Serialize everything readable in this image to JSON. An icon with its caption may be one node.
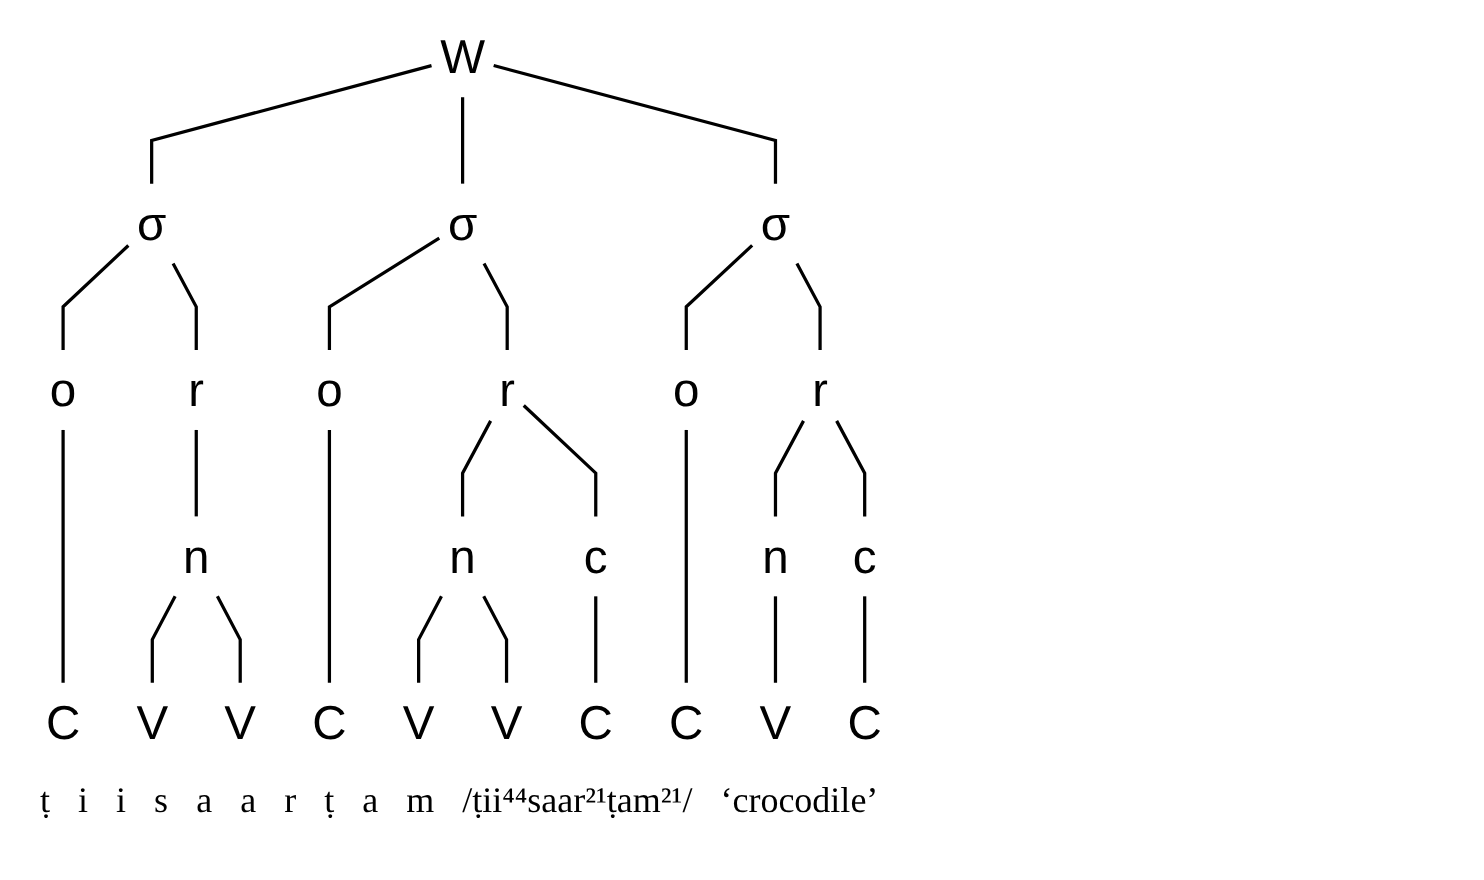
{
  "diagram": {
    "nodes": [
      {
        "text": [
          "W"
        ]
      },
      {
        "text": [
          "σ"
        ]
      },
      {
        "text": [
          "σ"
        ]
      },
      {
        "text": [
          "σ"
        ]
      },
      {
        "text": [
          "o"
        ]
      },
      {
        "text": [
          "r"
        ]
      },
      {
        "text": [
          "o"
        ]
      },
      {
        "text": [
          "r"
        ]
      },
      {
        "text": [
          "o"
        ]
      },
      {
        "text": [
          "r"
        ]
      },
      {
        "text": [
          "n"
        ]
      },
      {
        "text": [
          "n"
        ]
      },
      {
        "text": [
          "c"
        ]
      },
      {
        "text": [
          "n"
        ]
      },
      {
        "text": [
          "c"
        ]
      },
      {
        "text": [
          "C"
        ]
      },
      {
        "text": [
          "V"
        ]
      },
      {
        "text": [
          "V"
        ]
      },
      {
        "text": [
          "C"
        ]
      },
      {
        "text": [
          "V"
        ]
      },
      {
        "text": [
          "V"
        ]
      },
      {
        "text": [
          "C"
        ]
      },
      {
        "text": [
          "C"
        ]
      },
      {
        "text": [
          "V"
        ]
      },
      {
        "text": [
          "C"
        ]
      }
    ],
    "edges": [
      {
        "from": 0,
        "to": 1,
        "arrow": "none"
      },
      {
        "from": 0,
        "to": 2,
        "arrow": "none"
      },
      {
        "from": 0,
        "to": 3,
        "arrow": "none"
      },
      {
        "from": 1,
        "to": 4,
        "arrow": "none"
      },
      {
        "from": 1,
        "to": 5,
        "arrow": "none"
      },
      {
        "from": 2,
        "to": 6,
        "arrow": "none"
      },
      {
        "from": 2,
        "to": 7,
        "arrow": "none"
      },
      {
        "from": 3,
        "to": 8,
        "arrow": "none"
      },
      {
        "from": 3,
        "to": 9,
        "arrow": "none"
      },
      {
        "from": 4,
        "to": 15,
        "arrow": "none"
      },
      {
        "from": 5,
        "to": 10,
        "arrow": "none"
      },
      {
        "from": 10,
        "to": 16,
        "arrow": "none"
      },
      {
        "from": 10,
        "to": 17,
        "arrow": "none"
      },
      {
        "from": 6,
        "to": 18,
        "arrow": "none"
      },
      {
        "from": 7,
        "to": 11,
        "arrow": "none"
      },
      {
        "from": 7,
        "to": 12,
        "arrow": "none"
      },
      {
        "from": 11,
        "to": 19,
        "arrow": "none"
      },
      {
        "from": 11,
        "to": 20,
        "arrow": "none"
      },
      {
        "from": 12,
        "to": 21,
        "arrow": "none"
      },
      {
        "from": 8,
        "to": 22,
        "arrow": "none"
      },
      {
        "from": 9,
        "to": 13,
        "arrow": "none"
      },
      {
        "from": 9,
        "to": 14,
        "arrow": "none"
      },
      {
        "from": 13,
        "to": 23,
        "arrow": "none"
      },
      {
        "from": 14,
        "to": 24,
        "arrow": "none"
      }
    ],
    "labels": [
      "ṭ",
      "i",
      "i",
      "s",
      "a",
      "a",
      "r",
      "ṭ",
      "a",
      "m",
      "/ṭii⁴⁴saar²¹ṭam²¹/",
      "‘crocodile’"
    ]
  }
}
